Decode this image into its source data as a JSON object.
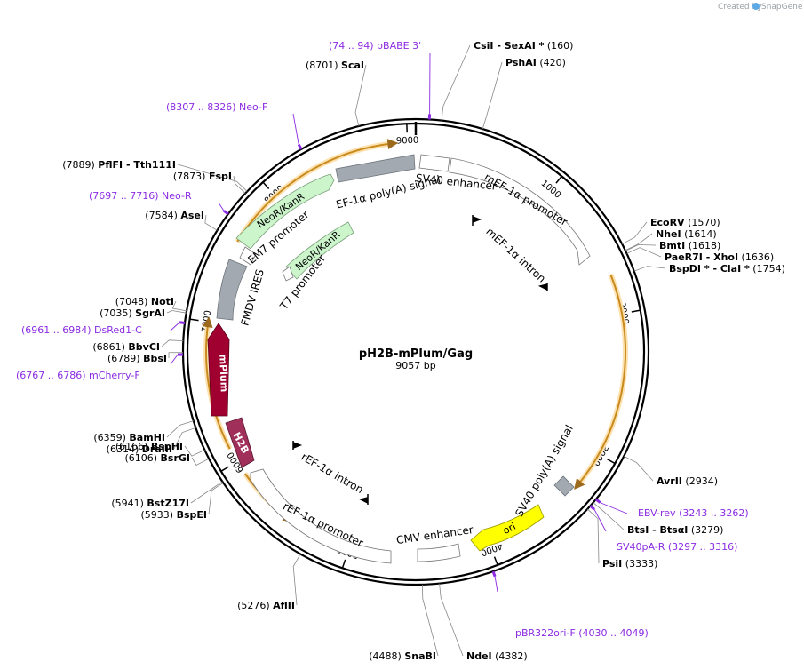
{
  "credit": "Created by",
  "brand": "SnapGene",
  "plasmid": {
    "name": "pH2B-mPlum/Gag",
    "length": "9057 bp",
    "total_bp": 9057
  },
  "ticks": [
    {
      "label": "9000",
      "pos": 9000
    },
    {
      "label": "1000",
      "pos": 1000
    },
    {
      "label": "2000",
      "pos": 2000
    },
    {
      "label": "3000",
      "pos": 3000
    },
    {
      "label": "4000",
      "pos": 4000
    },
    {
      "label": "5000",
      "pos": 5000
    },
    {
      "label": "6000",
      "pos": 6000
    },
    {
      "label": "7000",
      "pos": 7000
    },
    {
      "label": "8000",
      "pos": 8000
    }
  ],
  "enzymes": [
    {
      "name": "CsiI",
      "suffix": "  -  SexAI *",
      "num": "(160)",
      "pos": 160
    },
    {
      "name": "PshAI",
      "suffix": "",
      "num": "(420)",
      "pos": 420
    },
    {
      "name": "EcoRV",
      "suffix": "",
      "num": "(1570)",
      "pos": 1570
    },
    {
      "name": "NheI",
      "suffix": "",
      "num": "(1614)",
      "pos": 1614
    },
    {
      "name": "BmtI",
      "suffix": "",
      "num": "(1618)",
      "pos": 1618
    },
    {
      "name": "PaeR7I",
      "suffix": "  -  XhoI",
      "num": "(1636)",
      "pos": 1636
    },
    {
      "name": "BspDI *",
      "suffix": "  -  ClaI *",
      "num": "(1754)",
      "pos": 1754
    },
    {
      "name": "AvrII",
      "suffix": "",
      "num": "(2934)",
      "pos": 2934
    },
    {
      "name": "BtsI",
      "suffix": "  -  BtsαI",
      "num": "(3279)",
      "pos": 3279
    },
    {
      "name": "PsiI",
      "suffix": "",
      "num": "(3333)",
      "pos": 3333
    },
    {
      "name": "NdeI",
      "suffix": "",
      "num": "(4382)",
      "pos": 4382
    },
    {
      "name": "SnaBI",
      "suffix": "",
      "num": "(4488)",
      "pos": 4488
    },
    {
      "name": "AflII",
      "suffix": "",
      "num": "(5276)",
      "pos": 5276
    },
    {
      "name": "BstZ17I",
      "suffix": "",
      "num": "(5941)",
      "pos": 5941
    },
    {
      "name": "BspEI",
      "suffix": "",
      "num": "(5933)",
      "pos": 5933
    },
    {
      "name": "BspHI",
      "suffix": "",
      "num": "(6166)",
      "pos": 6166
    },
    {
      "name": "BsrGI",
      "suffix": "",
      "num": "(6106)",
      "pos": 6106
    },
    {
      "name": "BamHI",
      "suffix": "",
      "num": "(6359)",
      "pos": 6359
    },
    {
      "name": "DraIII",
      "suffix": "",
      "num": "(6314)",
      "pos": 6314
    },
    {
      "name": "BbvCI",
      "suffix": "",
      "num": "(6861)",
      "pos": 6861
    },
    {
      "name": "BbsI",
      "suffix": "",
      "num": "(6789)",
      "pos": 6789
    },
    {
      "name": "NotI",
      "suffix": "",
      "num": "(7048)",
      "pos": 7048
    },
    {
      "name": "SgrAI",
      "suffix": "",
      "num": "(7035)",
      "pos": 7035
    },
    {
      "name": "AseI",
      "suffix": "",
      "num": "(7584)",
      "pos": 7584
    },
    {
      "name": "PflFI",
      "suffix": "  -  Tth111I",
      "num": "(7889)",
      "pos": 7889
    },
    {
      "name": "FspI",
      "suffix": "",
      "num": "(7873)",
      "pos": 7873
    },
    {
      "name": "ScaI",
      "suffix": "",
      "num": "(8701)",
      "pos": 8701
    }
  ],
  "primers": [
    {
      "label": "(74 .. 94)  pBABE 3'",
      "pos": 84
    },
    {
      "label": "(8307 .. 8326)  Neo-F",
      "pos": 8316
    },
    {
      "label": "(7697 .. 7716)  Neo-R",
      "pos": 7706
    },
    {
      "label": "(6961 .. 6984)  DsRed1-C",
      "pos": 6972
    },
    {
      "label": "(6767 .. 6786)  mCherry-F",
      "pos": 6776
    },
    {
      "label": "EBV-rev",
      "range": "(3243 .. 3262)",
      "pos": 3252
    },
    {
      "label": "SV40pA-R",
      "range": "(3297 .. 3316)",
      "pos": 3306
    },
    {
      "label": "pBR322ori-F",
      "range": "(4030 .. 4049)",
      "pos": 4040
    }
  ],
  "features": [
    {
      "label": "SV40 enhancer"
    },
    {
      "label": "mEF-1α promoter"
    },
    {
      "label": "mEF-1α intron"
    },
    {
      "label": "EF-1α poly(A) signal"
    },
    {
      "label": "NeoR/KanR"
    },
    {
      "label": "EM7 promoter"
    },
    {
      "label": "NeoR/KanR"
    },
    {
      "label": "T7 promoter"
    },
    {
      "label": "FMDV IRES"
    },
    {
      "label": "mPlum"
    },
    {
      "label": "H2B"
    },
    {
      "label": "rEF-1α intron"
    },
    {
      "label": "rEF-1α promoter"
    },
    {
      "label": "CMV enhancer"
    },
    {
      "label": "ori"
    },
    {
      "label": "SV40 poly(A) signal"
    }
  ]
}
